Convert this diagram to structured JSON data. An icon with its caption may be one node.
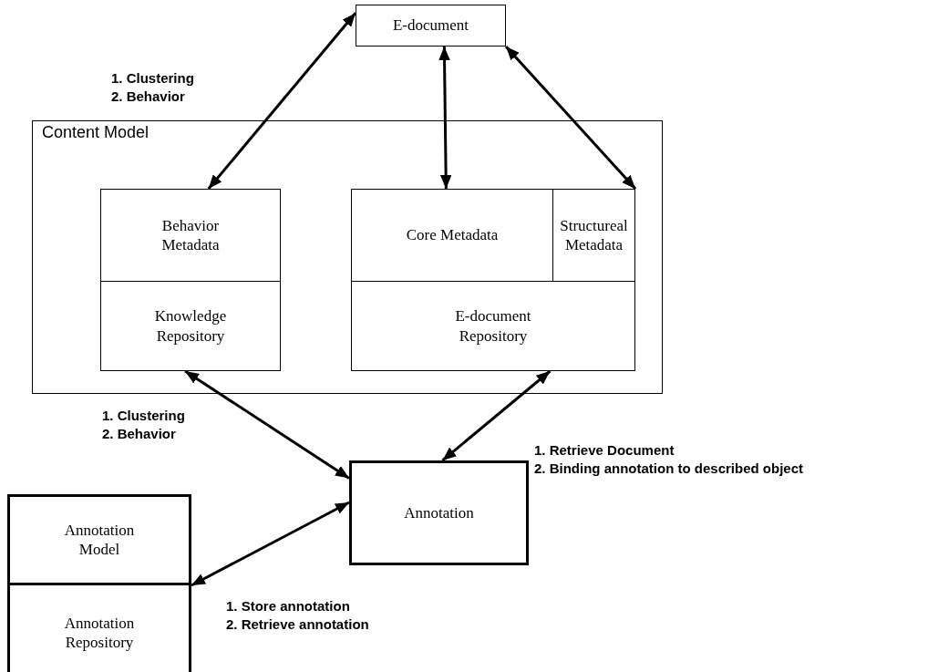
{
  "diagram": {
    "nodes": [
      {
        "text": [
          "E-document"
        ]
      },
      {
        "text": [
          "Content Model"
        ]
      },
      {
        "text": [
          "Behavior Metadata"
        ],
        "in": 1
      },
      {
        "text": [
          "Knowledge Repository"
        ],
        "in": 1
      },
      {
        "text": [
          "Core Metadata"
        ],
        "in": 1
      },
      {
        "text": [
          "Structureal Metadata"
        ],
        "in": 1
      },
      {
        "text": [
          "E-document Repository"
        ],
        "in": 1
      },
      {
        "text": [
          "Annotation"
        ]
      },
      {
        "text": [
          "Annotation Model"
        ]
      },
      {
        "text": [
          "Annotation Repository"
        ]
      }
    ],
    "edges": [
      {
        "from": 0,
        "to": 2,
        "arrow": "both",
        "label": "1. Clustering 2. Behavior"
      },
      {
        "from": 0,
        "to": 4,
        "arrow": "both"
      },
      {
        "from": 0,
        "to": 5,
        "arrow": "both"
      },
      {
        "from": 3,
        "to": 7,
        "arrow": "both",
        "label": "1. Clustering 2. Behavior"
      },
      {
        "from": 6,
        "to": 7,
        "arrow": "both",
        "label": "1. Retrieve Document 2. Binding annotation to described object"
      },
      {
        "from": 8,
        "to": 7,
        "arrow": "both",
        "label": "1. Store annotation 2. Retrieve annotation"
      }
    ]
  }
}
